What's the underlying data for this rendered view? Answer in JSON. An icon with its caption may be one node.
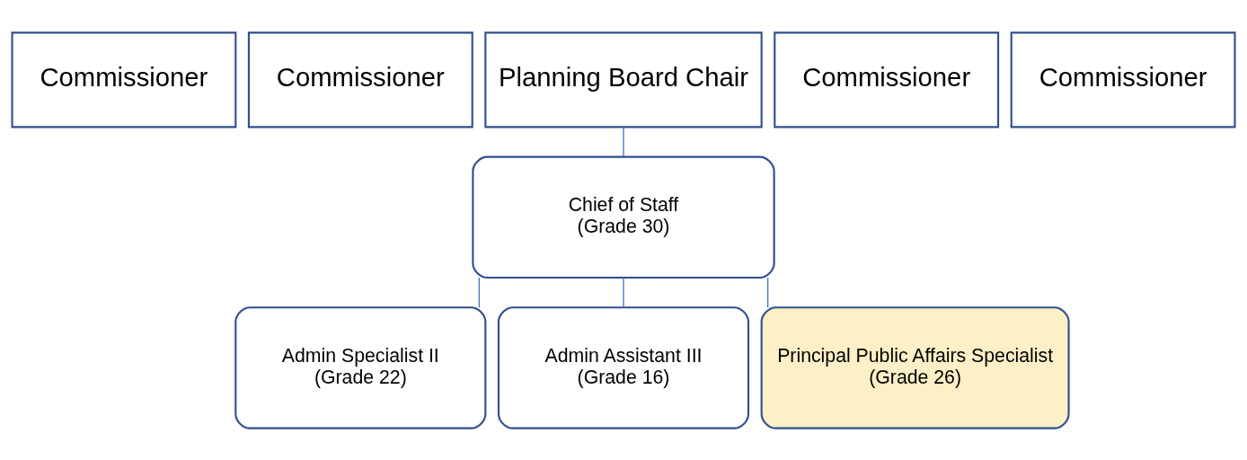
{
  "diagram": {
    "nodes": [
      {
        "text": [
          "Commissioner"
        ]
      },
      {
        "text": [
          "Commissioner"
        ]
      },
      {
        "text": [
          "Planning Board Chair"
        ]
      },
      {
        "text": [
          "Commissioner"
        ]
      },
      {
        "text": [
          "Commissioner"
        ]
      },
      {
        "text": [
          "Chief of Staff",
          "(Grade 30)"
        ]
      },
      {
        "text": [
          "Admin Specialist II",
          "(Grade 22)"
        ]
      },
      {
        "text": [
          "Admin Assistant III",
          "(Grade 16)"
        ]
      },
      {
        "text": [
          "Principal Public Affairs Specialist",
          "(Grade 26)"
        ]
      }
    ],
    "edges": [
      {
        "from": 2,
        "to": 5,
        "arrow": "none"
      },
      {
        "from": 5,
        "to": 6,
        "arrow": "none"
      },
      {
        "from": 5,
        "to": 7,
        "arrow": "none"
      },
      {
        "from": 5,
        "to": 8,
        "arrow": "none"
      }
    ]
  }
}
